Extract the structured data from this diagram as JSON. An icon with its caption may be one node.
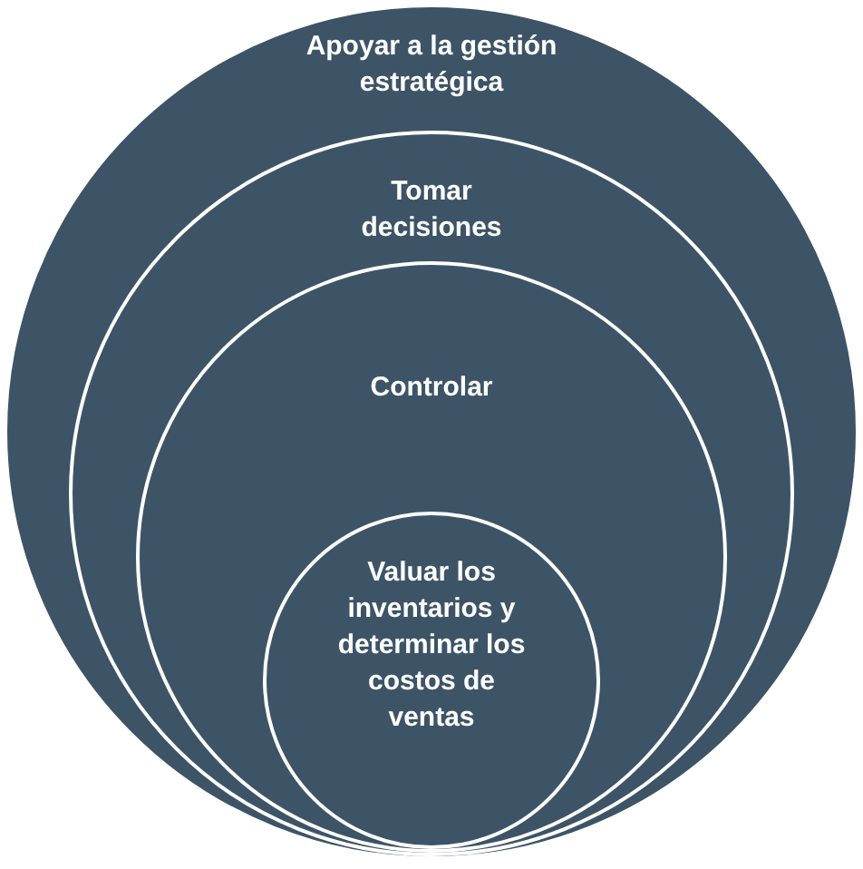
{
  "diagram": {
    "nodes": [
      {
        "text": [
          "Apoyar a la gestión estratégica"
        ]
      },
      {
        "text": [
          "Tomar decisiones"
        ],
        "in": 0
      },
      {
        "text": [
          "Controlar"
        ],
        "in": 1
      },
      {
        "text": [
          "Valuar los inventarios y determinar los costos de ventas"
        ],
        "in": 2
      }
    ]
  }
}
